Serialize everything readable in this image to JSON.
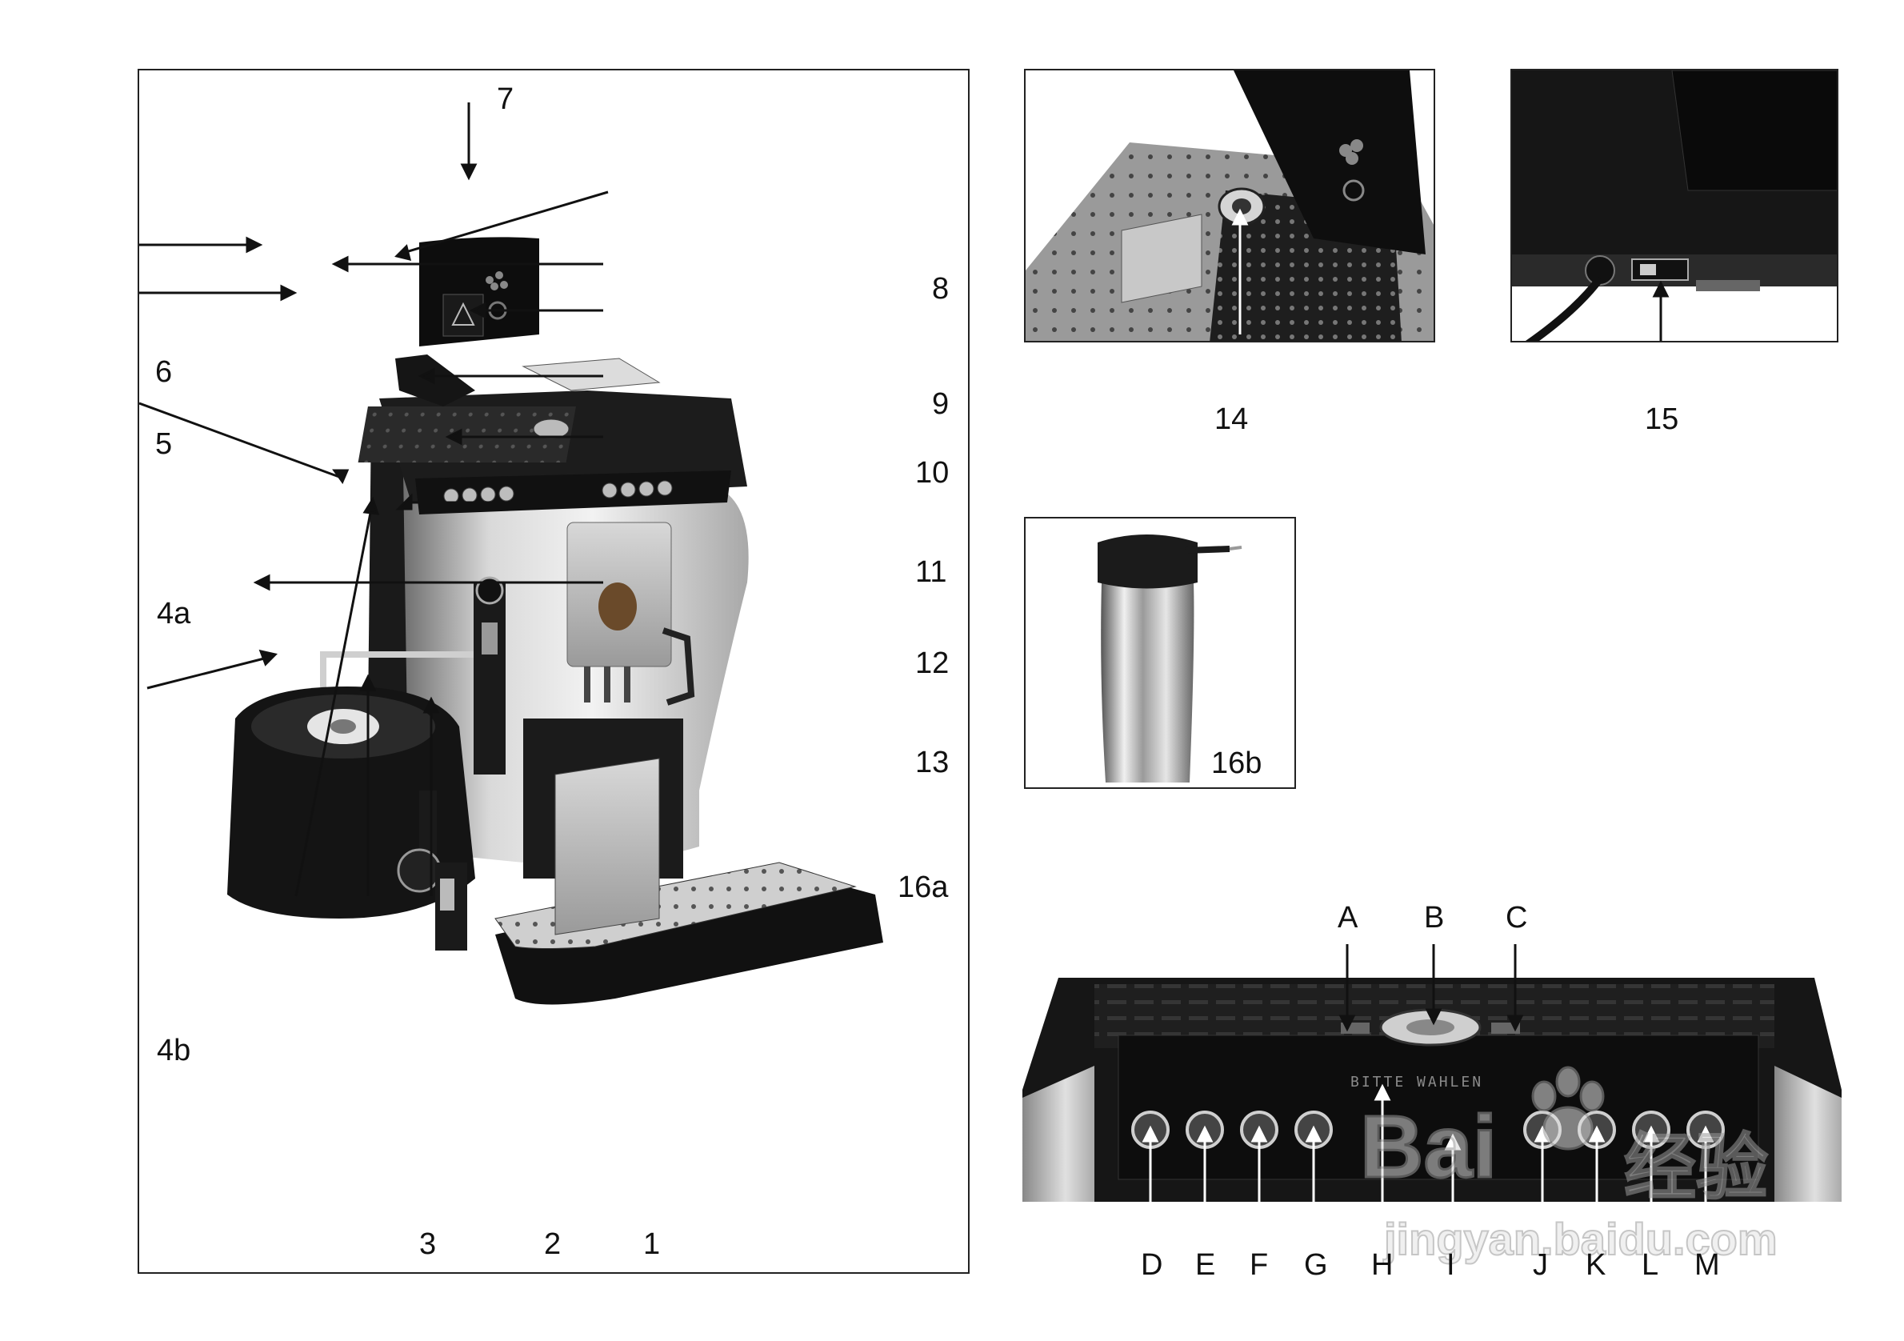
{
  "figure": {
    "main_callouts": [
      "7",
      "8",
      "6",
      "9",
      "5",
      "10",
      "11",
      "4a",
      "12",
      "13",
      "16a",
      "4b",
      "3",
      "2",
      "1"
    ],
    "inset_callouts": [
      "14",
      "15",
      "16b"
    ],
    "panel_callouts": [
      "A",
      "B",
      "C",
      "D",
      "E",
      "F",
      "G",
      "H",
      "I",
      "J",
      "K",
      "L",
      "M"
    ],
    "display_text": "BITTE WAHLEN",
    "watermark": {
      "logo": "Bai",
      "logo_cn": "经验",
      "url": "jingyan.baidu.com"
    }
  }
}
